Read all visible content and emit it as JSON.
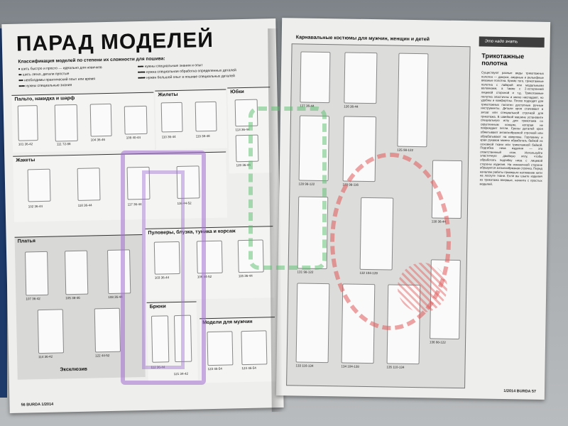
{
  "left_page": {
    "title": "ПАРАД МОДЕЛЕЙ",
    "classification_heading": "Классификация моделей по степени их сложности для пошива:",
    "legend_left": [
      {
        "dots": "●",
        "text": "шить быстро и просто — идеально для новичков"
      },
      {
        "dots": "●●",
        "text": "шить легко, детали простые"
      },
      {
        "dots": "●●●",
        "text": "необходимы практический опыт или время"
      },
      {
        "dots": "●●●●",
        "text": "нужны специальные знания"
      }
    ],
    "legend_right": [
      {
        "dots": "●●●●",
        "text": "нужны специальные знания и опыт"
      },
      {
        "dots": "●●●●●",
        "text": "нужна специальная обработка определенных деталей"
      },
      {
        "dots": "●●●●●",
        "text": "нужен большой опыт в пошиве специальных деталей"
      }
    ],
    "sections": {
      "coats": "Пальто, накидка и шарф",
      "vests": "Жилеты",
      "skirts": "Юбки",
      "jackets": "Жакеты",
      "dresses": "Платья",
      "pullovers": "Пуловеры, блузка, туника и корсаж",
      "trousers": "Брюки",
      "men": "Модели для мужчин",
      "exclusive": "Эксклюзив"
    },
    "fig_labels": {
      "coats": [
        "101 36-42",
        "111 72-88",
        "104 36-46",
        "109 40-44"
      ],
      "vests": [
        "110 36-44",
        "119 38-48"
      ],
      "skirts": [
        "113 36-44",
        "120 36-44"
      ],
      "jackets": [
        "102 36-44",
        "118 36-44",
        "117 36-44",
        "116 44-52"
      ],
      "dresses": [
        "107 36-42",
        "105 38-46",
        "108 36-44",
        "114 36-42",
        "122 44-52"
      ],
      "pullovers": [
        "103 36-44",
        "106 44-52",
        "115 36-44"
      ],
      "trousers": [
        "112 36-44",
        "121 34-42"
      ],
      "men": [
        "123 46-54",
        "124 46-54"
      ]
    },
    "footer": "56 BURDA 1/2014"
  },
  "right_page": {
    "carnival_title": "Карнавальные костюмы для мужчин, женщин и детей",
    "side_tab": "Это надо знать",
    "side_title": "Трикотажные полотна",
    "side_text": "Существуют разные виды трикотажных полотен — джерси, ажурные и рельефные вязаные полотна. Кроме того, трикотажные полотна с лайкрой или модальными волокнами, а также с 2-хсторонней лицевой стороной и т.д. Трикотажные полотна эластичны и мягко ниспадают, но удобны и комфортны. Плохо подходят для трикотажных полотен доступные ручные инструменты. Детали кроя стачивают в зигзаг или специальной строчкой для трикотажа. В швейной машине установите специальную иглу для трикотажа со скругленным концом, которая не повреждает петли. Срезы деталей кроя обметывают зигзагообразной строчкой или обрабатывают на оверлоке. Горловину и края рукавов можно обработать бейкой из основной ткани или трикотажной бейкой. Подгибка низа изделия — это ответственный этап. Используйте эластичную двойную иглу, чтобы обработать подгибку низа с лицевой стороны изделия. На изнаночной стороне образуется зигзагообразная строчка. Перед началом работы проверьте натяжение нити на лоскуте ткани. Если вы шьете изделия из трикотажа впервые, начните с простых моделей.",
    "fig_labels": [
      "127 36-44",
      "126 36-44",
      "125 98-122",
      "128 98-122",
      "129 98-116",
      "130 36-44",
      "131 98-122",
      "132 104-128",
      "133 116-134",
      "134 104-128",
      "135 110-134",
      "136 98-122"
    ],
    "footer": "1/2014 BURDA 57"
  },
  "colors": {
    "paper": "#eeeeec",
    "watermark_purple": "#a06ed2",
    "watermark_green": "#5abe6e",
    "watermark_red": "#e15a5a"
  }
}
